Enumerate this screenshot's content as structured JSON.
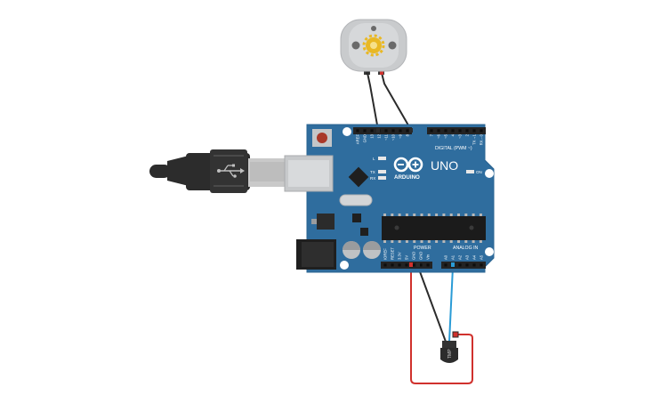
{
  "board": {
    "brand": "ARDUINO",
    "model": "UNO",
    "on_label": "ON",
    "l_label": "L",
    "tx_label": "TX",
    "rx_label": "RX",
    "digital_label": "DIGITAL (PWM ~)",
    "power_label": "POWER",
    "analog_label": "ANALOG IN",
    "digital_pins": [
      "AREF",
      "GND",
      "13",
      "12",
      "~11",
      "~10",
      "~9",
      "8",
      "7",
      "~6",
      "~5",
      "4",
      "~3",
      "2",
      "TX→1",
      "RX←0"
    ],
    "power_pins": [
      "IOREF",
      "RESET",
      "3.3V",
      "5V",
      "GND",
      "GND",
      "Vin"
    ],
    "analog_pins": [
      "A0",
      "A1",
      "A2",
      "A3",
      "A4",
      "A5"
    ],
    "color": "#2f6d9e"
  },
  "sensor": {
    "label": "TMP"
  },
  "wires": {
    "red": "#d0312d",
    "black": "#2b2b2b",
    "blue": "#2a9bd6"
  }
}
